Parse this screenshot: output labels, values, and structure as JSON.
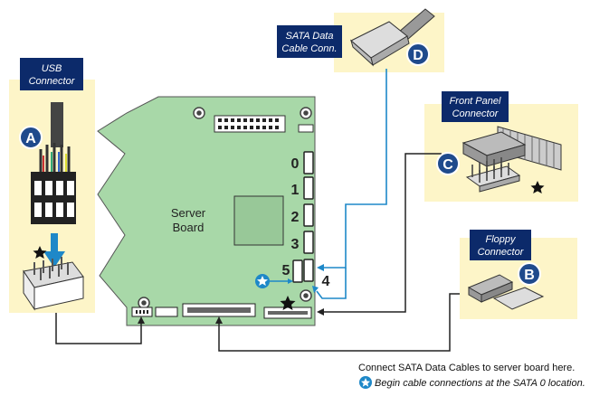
{
  "callouts": {
    "usb": {
      "line1": "USB",
      "line2": "Connector",
      "letter": "A"
    },
    "sata_cable": {
      "line1": "SATA Data",
      "line2": "Cable Conn.",
      "letter": "D"
    },
    "front_panel": {
      "line1": "Front Panel",
      "line2": "Connector",
      "letter": "C"
    },
    "floppy": {
      "line1": "Floppy",
      "line2": "Connector",
      "letter": "B"
    }
  },
  "board": {
    "line1": "Server",
    "line2": "Board",
    "ports": [
      "0",
      "1",
      "2",
      "3",
      "5",
      "4"
    ]
  },
  "notes": {
    "line1": "Connect SATA Data Cables to server board here.",
    "line2": "Begin cable connections at the SATA 0 location."
  },
  "icons": [
    "star-icon",
    "start-star-icon"
  ],
  "colors": {
    "board": "#a8d8a8",
    "callout_bg": "#fdf5c8",
    "label_bg": "#0c2a6a",
    "letter_bg": "#1f4a8c",
    "cable_blue": "#1e88c8"
  }
}
